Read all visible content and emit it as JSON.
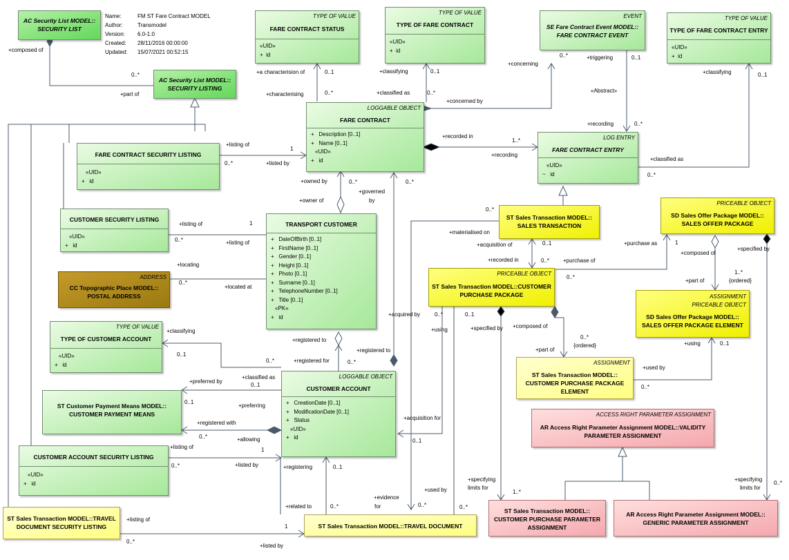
{
  "meta": {
    "rows": [
      {
        "key": "Name:",
        "value": "FM ST Fare Contract MODEL"
      },
      {
        "key": "Author:",
        "value": "Transmodel"
      },
      {
        "key": "Version:",
        "value": "6.0-1.0"
      },
      {
        "key": "Created:",
        "value": "28/11/2016 00:00:00"
      },
      {
        "key": "Updated:",
        "value": "15/07/2021 00:52:15"
      }
    ]
  },
  "boxes": {
    "ac_security_list": {
      "title": "AC Security List MODEL:: SECURITY LIST"
    },
    "ac_security_listing": {
      "title": "AC Security List MODEL:: SECURITY LISTING"
    },
    "fare_contract_status": {
      "stereotype": "TYPE OF VALUE",
      "title": "FARE CONTRACT STATUS",
      "uid": "«UID»",
      "attr": "id"
    },
    "type_of_fare_contract": {
      "stereotype": "TYPE OF VALUE",
      "title": "TYPE OF FARE CONTRACT",
      "uid": "«UID»",
      "attr": "id"
    },
    "fare_contract_event": {
      "stereotype": "EVENT",
      "title": "SE Fare Contract Event MODEL:: FARE CONTRACT EVENT"
    },
    "type_of_fare_contract_entry": {
      "stereotype": "TYPE OF VALUE",
      "title": "TYPE OF FARE CONTRACT ENTRY",
      "uid": "«UID»",
      "attr": "id"
    },
    "fare_contract": {
      "stereotype": "LOGGABLE OBJECT",
      "title": "FARE CONTRACT",
      "attrs": [
        "Description [0..1]",
        "Name [0..1]"
      ],
      "uid": "«UID»",
      "attr": "id"
    },
    "fare_contract_entry": {
      "stereotype": "LOG ENTRY",
      "title": "FARE CONTRACT ENTRY",
      "uid": "«UID»",
      "attr": "id"
    },
    "fare_contract_security_listing": {
      "title": "FARE CONTRACT SECURITY LISTING",
      "uid": "«UID»",
      "attr": "id"
    },
    "customer_security_listing": {
      "title": "CUSTOMER SECURITY LISTING",
      "uid": "«UID»",
      "attr": "id"
    },
    "transport_customer": {
      "title": "TRANSPORT CUSTOMER",
      "attrs": [
        "DateOfBirth [0..1]",
        "FirstName [0..1]",
        "Gender [0..1]",
        "Height [0..1]",
        "Photo [0..1]",
        "Surname [0..1]",
        "TelephoneNumber [0..1]",
        "Title [0..1]"
      ],
      "uid": "«PK»",
      "attr": "id"
    },
    "postal_address": {
      "stereotype": "ADDRESS",
      "title": "CC Topographic Place MODEL:: POSTAL ADDRESS"
    },
    "sales_transaction": {
      "title": "ST Sales Transaction MODEL:: SALES TRANSACTION"
    },
    "sales_offer_package": {
      "stereotype": "PRICEABLE OBJECT",
      "title": "SD Sales Offer Package MODEL:: SALES OFFER PACKAGE"
    },
    "customer_purchase_package": {
      "stereotype": "PRICEABLE OBJECT",
      "title": "ST Sales Transaction MODEL::CUSTOMER PURCHASE PACKAGE"
    },
    "sales_offer_package_element": {
      "stereotype1": "ASSIGNMENT",
      "stereotype2": "PRICEABLE OBJECT",
      "title": "SD Sales Offer Package MODEL:: SALES OFFER PACKAGE ELEMENT"
    },
    "type_of_customer_account": {
      "stereotype": "TYPE OF VALUE",
      "title": "TYPE OF CUSTOMER ACCOUNT",
      "uid": "«UID»",
      "attr": "id"
    },
    "customer_payment_means": {
      "title": "ST Customer Payment Means MODEL:: CUSTOMER PAYMENT MEANS"
    },
    "customer_account": {
      "stereotype": "LOGGABLE OBJECT",
      "title": "CUSTOMER ACCOUNT",
      "attrs": [
        "CreationDate [0..1]",
        "ModificationDate [0..1]",
        "Status"
      ],
      "uid": "«UID»",
      "attr": "id"
    },
    "customer_purchase_package_element": {
      "stereotype": "ASSIGNMENT",
      "title": "ST Sales Transaction MODEL:: CUSTOMER PURCHASE PACKAGE ELEMENT"
    },
    "validity_parameter_assignment": {
      "stereotype": "ACCESS RIGHT PARAMETER ASSIGNMENT",
      "title": "AR Access Right Parameter Assignment MODEL::VALIDITY PARAMETER ASSIGNMENT"
    },
    "customer_account_security_listing": {
      "title": "CUSTOMER ACCOUNT SECURITY LISTING",
      "uid": "«UID»",
      "attr": "id"
    },
    "travel_document_security_listing": {
      "title": "ST Sales Transaction MODEL::TRAVEL DOCUMENT SECURITY LISTING"
    },
    "travel_document": {
      "title": "ST Sales Transaction MODEL::TRAVEL DOCUMENT"
    },
    "customer_purchase_parameter_assignment": {
      "title": "ST Sales Transaction MODEL:: CUSTOMER PURCHASE PARAMETER ASSIGNMENT"
    },
    "generic_parameter_assignment": {
      "title": "AR Access Right Parameter Assignment MODEL:: GENERIC PARAMETER ASSIGNMENT"
    }
  },
  "labels": {
    "composed_of": "+composed of",
    "zero_many": "0..*",
    "zero_one": "0..1",
    "one": "1",
    "one_many": "1..*",
    "ordered": "{ordered}",
    "part_of": "+part of",
    "a_characterision_of": "+a characterision of",
    "characterising": "+characterising",
    "classifying": "+classifying",
    "classified_as": "+classified as",
    "concerning": "+concerning",
    "concerned_by": "+concerned by",
    "triggering": "+triggering",
    "abstract": "«Abstract»",
    "recording": "+recording",
    "recorded_in": "+recorded in",
    "listing_of": "+listing of",
    "listed_by": "+listed by",
    "owned_by": "+owned by",
    "owner_of": "+owner of",
    "governed": "+governed",
    "by": "by",
    "locating": "+locating",
    "located_at": "+located at",
    "materialised_on": "+materialised on",
    "acquisition_of": "+acquisition of",
    "purchase_of": "+purchase of",
    "purchase_as": "+purchase as",
    "specified_by": "+specified by",
    "acquired_by": "+acquired by",
    "using": "+using",
    "registered_to": "+registered to",
    "registered_for": "+registered for",
    "preferred_by": "+preferred by",
    "preferring": "+preferring",
    "registered_with": "+registered with",
    "allowing": "+allowing",
    "acquisition_for": "+acquisition for",
    "used_by": "+used by",
    "registering": "+registering",
    "related_to": "+related to",
    "evidence": "+evidence",
    "for": "for",
    "specifying": "+specifying",
    "limits_for": "limits for"
  }
}
